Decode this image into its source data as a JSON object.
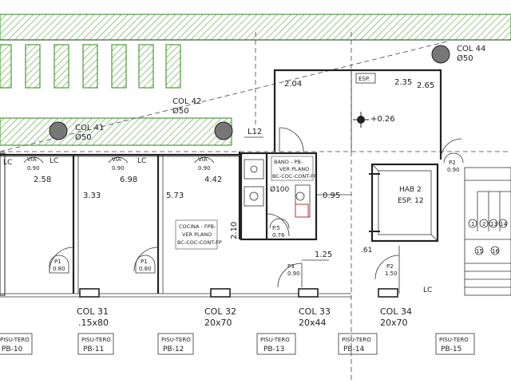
{
  "columns_round": [
    {
      "name": "COL 44",
      "dim": "Ø50"
    },
    {
      "name": "COL 42",
      "dim": "Ø50"
    },
    {
      "name": "COL 41",
      "dim": "Ø50"
    }
  ],
  "columns_bottom": [
    {
      "name": "COL 31",
      "dim": ".15x80"
    },
    {
      "name": "COL 32",
      "dim": "20x70"
    },
    {
      "name": "COL 33",
      "dim": "20x44"
    },
    {
      "name": "COL 34",
      "dim": "20x70"
    }
  ],
  "pisutero_labels": [
    {
      "top": "PISU-TERO",
      "bottom": "PB-10"
    },
    {
      "top": "PISU-TERO",
      "bottom": "PB-11"
    },
    {
      "top": "PISU-TERO",
      "bottom": "PB-12"
    },
    {
      "top": "PISU-TERO",
      "bottom": "PB-13"
    },
    {
      "top": "PISU-TERO",
      "bottom": "PB-14"
    },
    {
      "top": "PISU-TERO",
      "bottom": "PB-15"
    }
  ],
  "dimensions": {
    "d204": "2.04",
    "d235": "2.35",
    "d265": "2.65",
    "d258": "2.58",
    "d333": "3.33",
    "d698": "6.98",
    "d573": "5.73",
    "d442": "4.42",
    "d210": "2.10",
    "d095": "0.95",
    "d125": "1.25",
    "d61": ".61",
    "level": "+0.26",
    "l12": "L12"
  },
  "tags": {
    "esp": "ESP.",
    "lc1": "LC",
    "lc2": "LC",
    "lc3": "LC",
    "lc4": "LC",
    "via1": "VIA",
    "via1v": "0.90",
    "via2": "VIA",
    "via2v": "0.90",
    "via3": "VIA",
    "via3v": "0.90",
    "p1a": "P1",
    "p1av": "0.80",
    "p1b": "P1",
    "p1bv": "0.80",
    "p3": "P3",
    "p3v": "0.90",
    "p2a": "P2",
    "p2av": "1.50",
    "p2b": "P2",
    "p2bv": "0.90",
    "p5": "P.5",
    "p5v": "0.76",
    "phi100": "Ø100"
  },
  "notes": {
    "bano": [
      "BANO - PB-",
      "VER PLANO",
      "BC-COC-CONT-FP"
    ],
    "cocina": [
      "COCINA - FPB-",
      "VER PLANO",
      "BC-COC-CONT-FP"
    ],
    "hab": [
      "HAB 2",
      "ESP. 12"
    ]
  },
  "stair_numbers": [
    "1",
    "2",
    "13",
    "14",
    "15",
    "16"
  ],
  "colors": {
    "green": "#4a9a3a",
    "ink": "#2a2a2a",
    "door": "#c0303a"
  }
}
